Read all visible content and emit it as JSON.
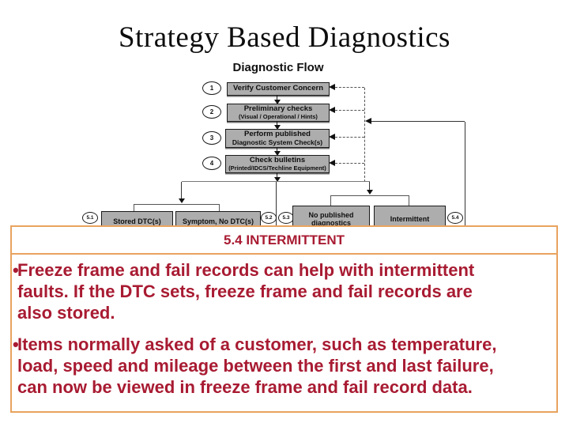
{
  "slide": {
    "title": "Strategy Based Diagnostics",
    "subtitle": "Diagnostic Flow"
  },
  "flow": {
    "steps": [
      {
        "num": "1",
        "label": "Verify Customer Concern"
      },
      {
        "num": "2",
        "label": "Preliminary checks",
        "sub": "(Visual / Operational / Hints)"
      },
      {
        "num": "3",
        "label": "Perform published",
        "sub": "Diagnostic System Check(s)"
      },
      {
        "num": "4",
        "label": "Check bulletins",
        "sub": "(Printed/IDCS/Techline Equipment)"
      }
    ],
    "branches": [
      {
        "num": "5.1",
        "label": "Stored DTC(s)"
      },
      {
        "num": "5.2",
        "label": "Symptom, No DTC(s)"
      },
      {
        "num": "5.3",
        "label": "No published diagnostics"
      },
      {
        "num": "5.4",
        "label": "Intermittent"
      }
    ]
  },
  "callout": {
    "header": "5.4 INTERMITTENT",
    "bullet_char": "•",
    "bullets": [
      {
        "lines": [
          "Freeze frame and fail records can help with intermittent",
          "faults. If the DTC sets, freeze frame and fail records are",
          "also stored."
        ]
      },
      {
        "lines": [
          "Items normally asked of a customer, such as temperature,",
          "load, speed and mileage between the first and last failure,",
          "can now be viewed in freeze frame and fail record data."
        ]
      }
    ]
  },
  "colors": {
    "text_red": "#a81b32",
    "border_orange": "#e9a35f",
    "box_grey": "#adadad"
  }
}
